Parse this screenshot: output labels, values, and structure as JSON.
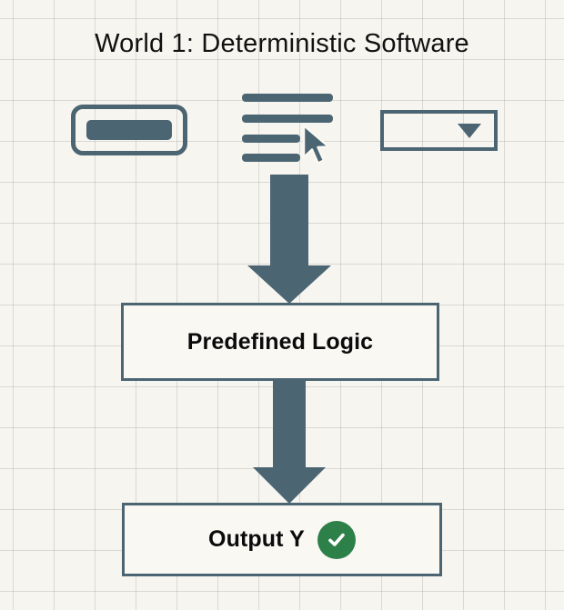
{
  "diagram": {
    "title": "World 1: Deterministic Software",
    "background_color": "#f7f5ef",
    "accent_color": "#4c6573",
    "success_color": "#2e8049",
    "text_color": "#0b0b0b",
    "inputs": [
      {
        "name": "toggle-button-icon",
        "label": ""
      },
      {
        "name": "list-lines-icon",
        "label": ""
      },
      {
        "name": "cursor-pointer-icon",
        "label": ""
      },
      {
        "name": "dropdown-select-icon",
        "label": ""
      }
    ],
    "flow": [
      {
        "id": "arrow-top",
        "name": "down-arrow-icon",
        "label": ""
      },
      {
        "id": "logic",
        "name": "process-node",
        "label": "Predefined Logic"
      },
      {
        "id": "arrow-mid",
        "name": "down-arrow-icon",
        "label": ""
      },
      {
        "id": "output",
        "name": "output-node",
        "label": "Output Y",
        "badge": "check-circle-icon"
      }
    ],
    "nodes": {
      "logic_label": "Predefined Logic",
      "output_label": "Output Y"
    }
  }
}
